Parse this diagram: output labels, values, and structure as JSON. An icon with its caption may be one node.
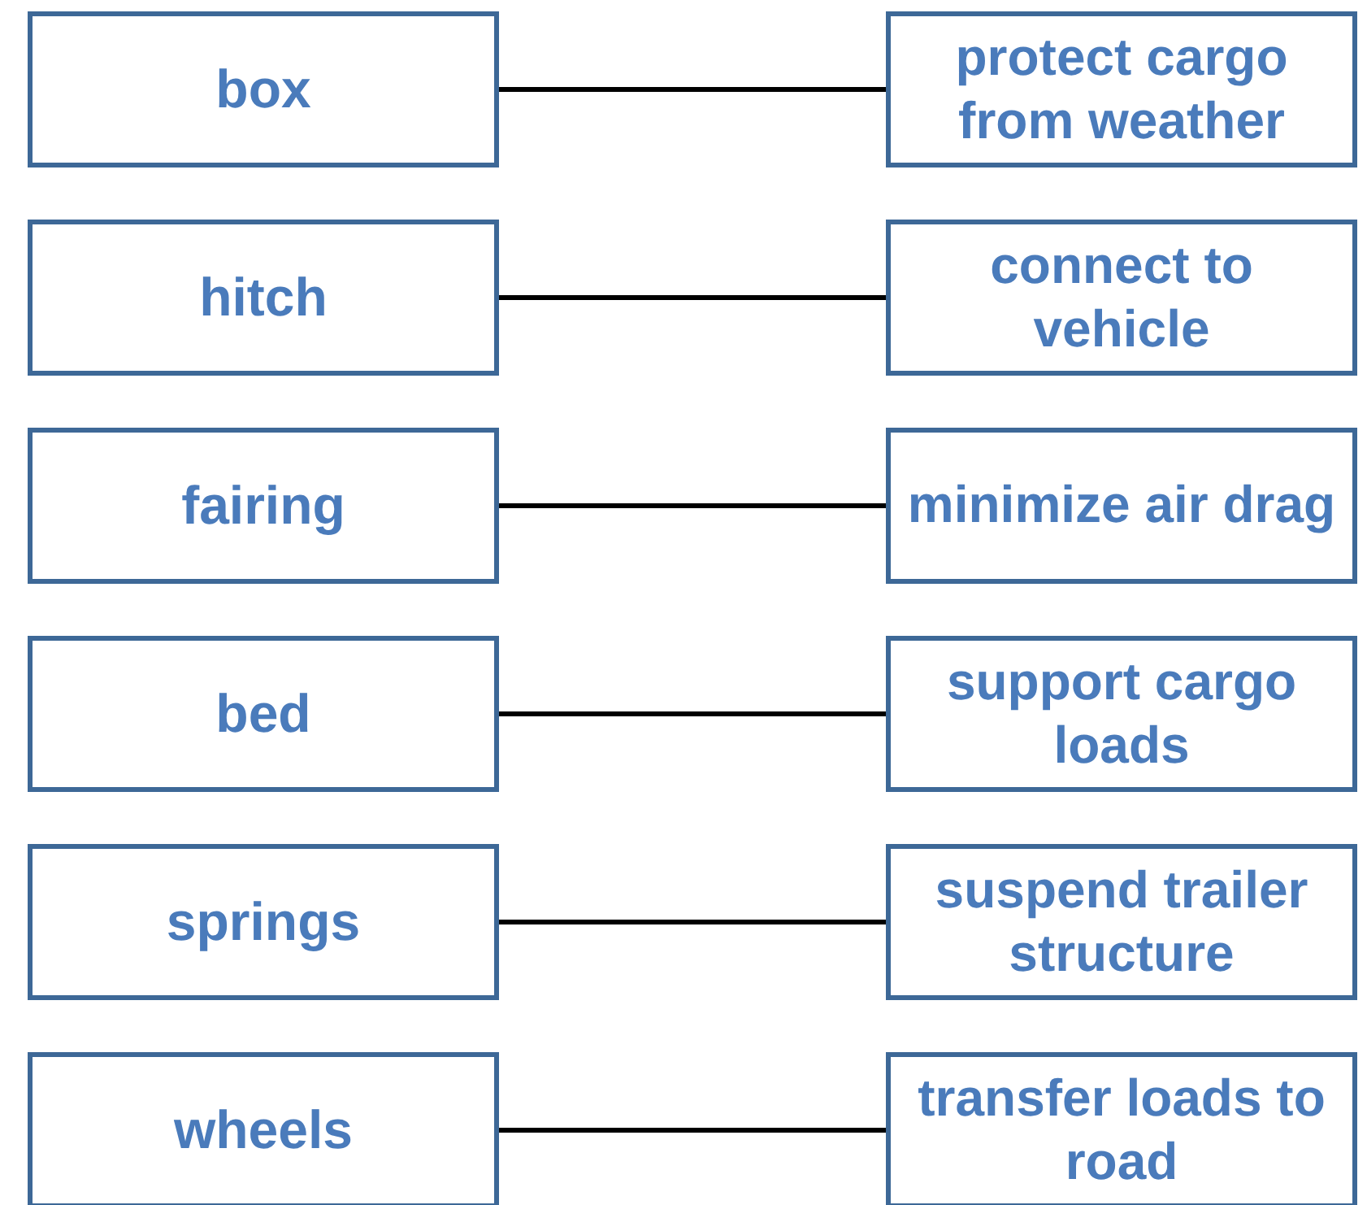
{
  "diagram": {
    "nodes": [
      {
        "text": [
          "box"
        ]
      },
      {
        "text": [
          "protect cargo from weather"
        ]
      },
      {
        "text": [
          "hitch"
        ]
      },
      {
        "text": [
          "connect to vehicle"
        ]
      },
      {
        "text": [
          "fairing"
        ]
      },
      {
        "text": [
          "minimize air drag"
        ]
      },
      {
        "text": [
          "bed"
        ]
      },
      {
        "text": [
          "support cargo loads"
        ]
      },
      {
        "text": [
          "springs"
        ]
      },
      {
        "text": [
          "suspend trailer structure"
        ]
      },
      {
        "text": [
          "wheels"
        ]
      },
      {
        "text": [
          "transfer loads to road"
        ]
      }
    ],
    "edges": [
      {
        "from": 0,
        "to": 1,
        "arrow": "none"
      },
      {
        "from": 2,
        "to": 3,
        "arrow": "none"
      },
      {
        "from": 4,
        "to": 5,
        "arrow": "none"
      },
      {
        "from": 6,
        "to": 7,
        "arrow": "none"
      },
      {
        "from": 8,
        "to": 9,
        "arrow": "none"
      },
      {
        "from": 10,
        "to": 11,
        "arrow": "none"
      }
    ]
  }
}
